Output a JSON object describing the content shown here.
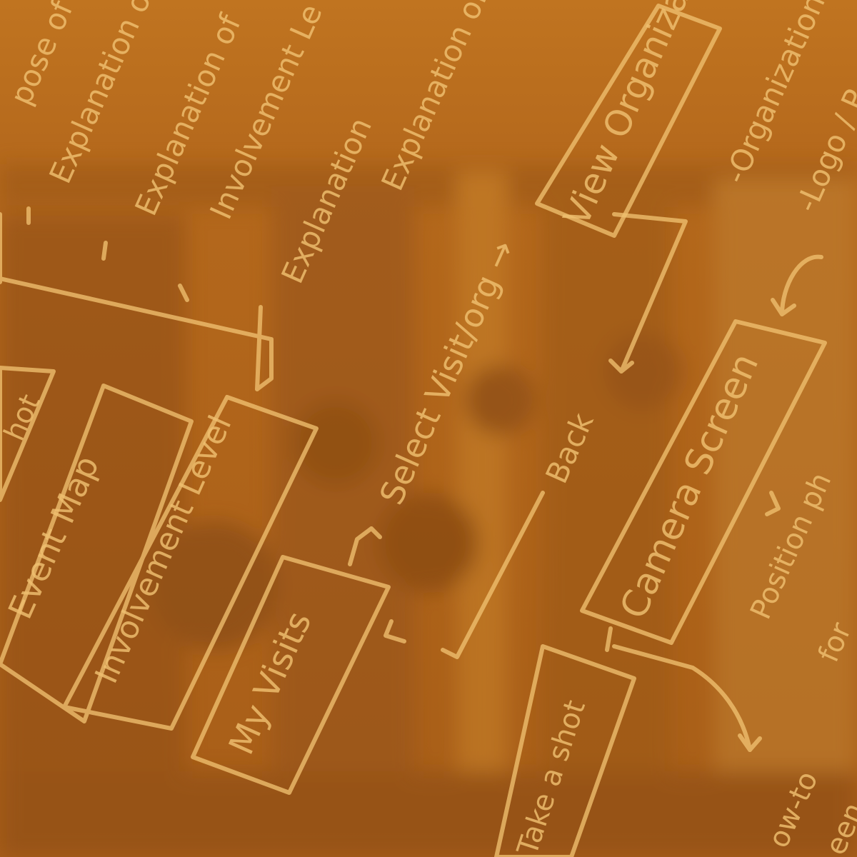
{
  "palette": {
    "overlay": "#b4661c",
    "overlay_dark": "#8c4c14",
    "ink": "#f0c070"
  },
  "sketch": {
    "screens": {
      "event_map": "Event Map",
      "involvement_level": "Involvement Level",
      "my_visits": "My Visits",
      "view_organization": "View Organization",
      "camera_screen": "Camera Screen",
      "take_a_shot": "Take a shot"
    },
    "actions": {
      "select_visit_org": "Select Visit/org →",
      "back": "Back"
    },
    "notes": {
      "purpose": "pose of",
      "explanation_1": "Explanation of",
      "explanation_2": "Explanation of",
      "involvement": "Involvement Le",
      "explanation_wayfinding": "Explanation of Wayfin",
      "explanation_4": "Explanation",
      "organization": "-Organization",
      "logo": "-Logo / P",
      "position": "Position ph",
      "for": "for",
      "how_to": "ow-to",
      "screen_partial": "een",
      "partial_box_top_left": "hot"
    }
  }
}
